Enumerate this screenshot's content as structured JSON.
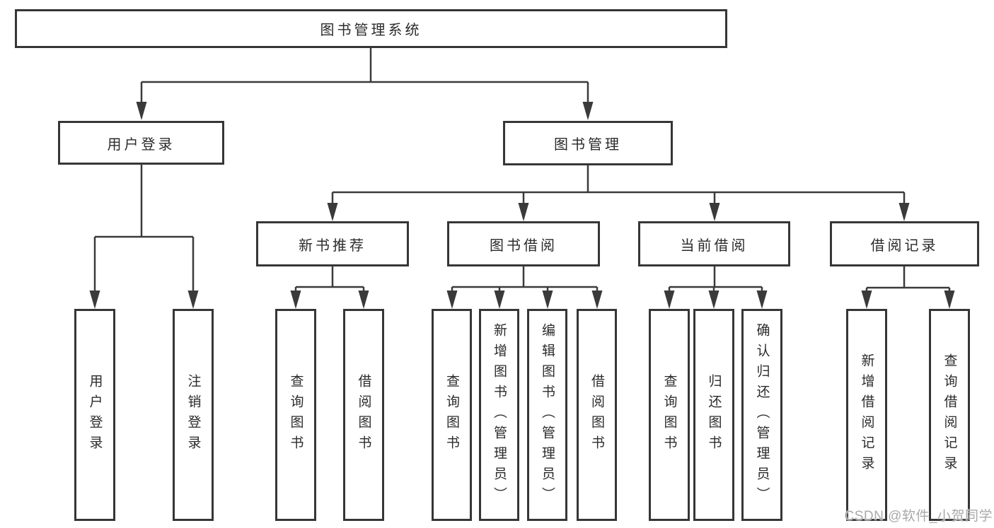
{
  "diagram_title": "图书管理系统",
  "tree": {
    "root": {
      "label": "图书管理系统",
      "children": [
        {
          "label": "用户登录",
          "children": [
            {
              "label": "用户登录"
            },
            {
              "label": "注销登录"
            }
          ]
        },
        {
          "label": "图书管理",
          "children": [
            {
              "label": "新书推荐",
              "children": [
                {
                  "label": "查询图书"
                },
                {
                  "label": "借阅图书"
                }
              ]
            },
            {
              "label": "图书借阅",
              "children": [
                {
                  "label": "查询图书"
                },
                {
                  "label": "新增图书（管理员）"
                },
                {
                  "label": "编辑图书（管理员）"
                },
                {
                  "label": "借阅图书"
                }
              ]
            },
            {
              "label": "当前借阅",
              "children": [
                {
                  "label": "查询图书"
                },
                {
                  "label": "归还图书"
                },
                {
                  "label": "确认归还（管理员）"
                }
              ]
            },
            {
              "label": "借阅记录",
              "children": [
                {
                  "label": "新增借阅记录"
                },
                {
                  "label": "查询借阅记录"
                }
              ]
            }
          ]
        }
      ]
    }
  },
  "watermark": {
    "text": "CSDN @软件_小贺同学"
  },
  "colors": {
    "line": "#3a3a3a",
    "box_border": "#363636",
    "text": "#2b2b2b",
    "watermark": "#a9a9a9",
    "background": "#ffffff"
  }
}
